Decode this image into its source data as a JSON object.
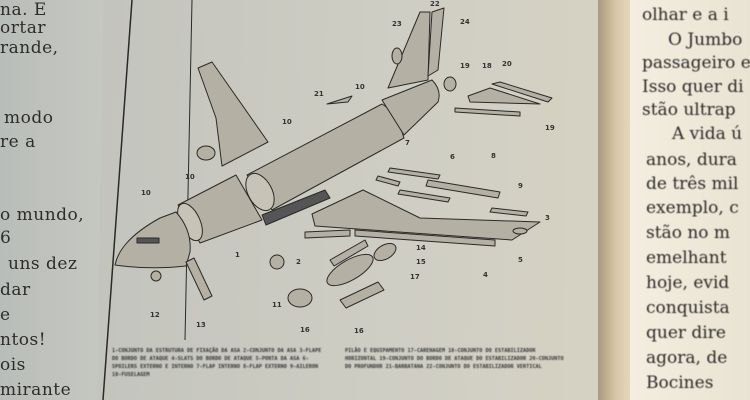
{
  "left_page": {
    "lines": [
      "na. E",
      "ortar",
      "rande,",
      "modo",
      "re a",
      "o mundo,",
      "6",
      "uns dez",
      "dar",
      "e",
      "ntos!",
      "ois",
      "mirante"
    ]
  },
  "right_page": {
    "lines": [
      "olhar e a i",
      "O Jumbo",
      "passageiro e",
      "Isso quer di",
      "stão ultrap",
      "A vida ú",
      "anos, dura",
      "de três mil",
      "exemplo, c",
      "stão no m",
      "emelhant",
      "hoje, evid",
      "conquista",
      "quer dire",
      "agora, de",
      "Bocines"
    ]
  },
  "diagram": {
    "labels": [
      "22",
      "23",
      "24",
      "19",
      "18",
      "20",
      "21",
      "10",
      "10",
      "10",
      "10",
      "7",
      "6",
      "8",
      "9",
      "3",
      "1",
      "2",
      "11",
      "12",
      "13",
      "14",
      "15",
      "17",
      "16",
      "16",
      "4",
      "5",
      "19"
    ]
  },
  "caption": {
    "left": "1-CONJUNTO DA ESTRUTURA DE FIXAÇÃO DA ASA 2-CONJUNTO DA ASA 3-FLAPE DO BORDO DE ATAQUE 4-SLATS DO BORDO DE ATAQUE 5-PONTA DA ASA 6-SPOILERS EXTERNO E INTERNO 7-FLAP INTERNO 8-FLAP EXTERNO 9-AILERON 10-FUSELAGEM",
    "right": "PILÃO E EQUIPAMENTO 17-CARENAGEM 18-CONJUNTO DO ESTABILIZADOR HORIZONTAL 19-CONJUNTO DO BORDO DE ATAQUE DO ESTABILIZADOR 20-CONJUNTO DO PROFUNDOR 21-BARBATANA 22-CONJUNTO DO ESTABILIZADOR VERTICAL"
  },
  "colors": {
    "paper": "#cfcec4",
    "ink": "#2e2c2a",
    "part_fill": "#b4b0a3"
  }
}
